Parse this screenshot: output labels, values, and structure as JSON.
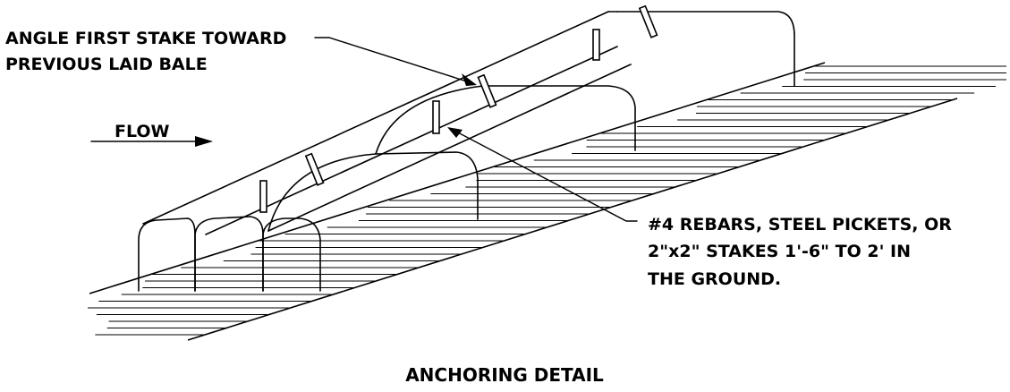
{
  "title": "ANCHORING DETAIL",
  "labels": {
    "stake_angle": [
      "ANGLE FIRST STAKE TOWARD",
      "PREVIOUS LAID BALE"
    ],
    "flow": "FLOW",
    "rebar": [
      "#4 REBARS, STEEL PICKETS, OR",
      "2\"x2\" STAKES 1'-6\" TO 2' IN",
      "THE GROUND."
    ]
  },
  "colors": {
    "ink": "#000000",
    "paper": "#ffffff"
  }
}
